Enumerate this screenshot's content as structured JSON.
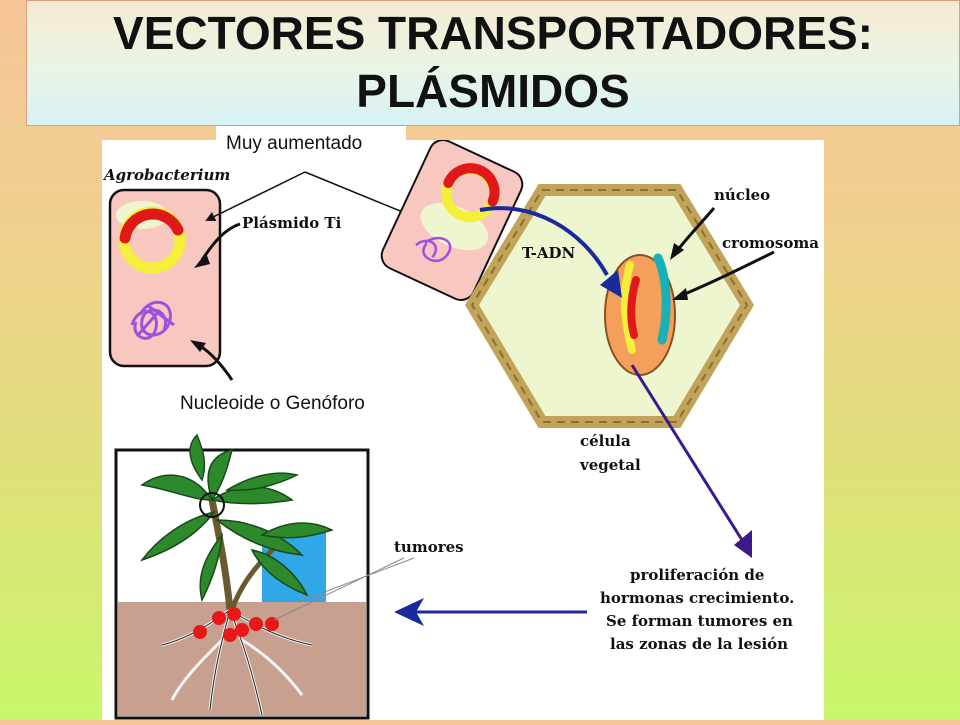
{
  "title": {
    "line1": "VECTORES TRANSPORTADORES:",
    "line2": "PLÁSMIDOS"
  },
  "callouts": {
    "muy_aumentado": "Muy aumentado",
    "nucleoide": "Nucleoide o Genóforo"
  },
  "diagram": {
    "agrobacterium": "Agrobacterium",
    "plasmido_ti": "Plásmido Ti",
    "t_adn": "T-ADN",
    "nucleo": "núcleo",
    "cromosoma": "cromosoma",
    "celula_line1": "célula",
    "celula_line2": "vegetal",
    "tumores": "tumores",
    "proliferacion_lines": [
      "proliferación de",
      "hormonas crecimiento.",
      "Se forman tumores en",
      "las zonas de la lesión"
    ]
  },
  "colors": {
    "cell_pink": "#f8c8c0",
    "plasmid_yellow": "#f4ef3a",
    "plasmid_red": "#e01818",
    "tdna_arrow": "#1a2a9c",
    "plant_cell_wall": "#c2a35a",
    "plant_cell_fill": "#eef6d0",
    "nucleus": "#f4a05a",
    "chromosome_cyan": "#1ab0b8",
    "purple_arrow": "#3a1a8c",
    "soil": "#c8a090",
    "tumor_red": "#e81818"
  }
}
